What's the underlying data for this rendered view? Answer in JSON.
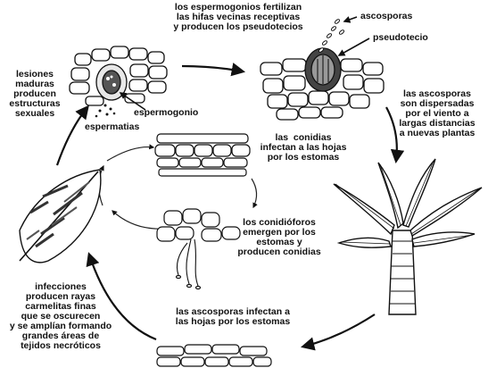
{
  "labels": {
    "espermogonios_fertilizan": "los espermogonios fertilizan\nlas hifas vecinas receptivas\ny producen los pseudotecios",
    "ascosporas": "ascosporas",
    "pseudotecio": "pseudotecio",
    "dispersadas": "las ascosporas\nson dispersadas\npor el viento a\nlargas distancias\na nuevas plantas",
    "lesiones": "lesiones\nmaduras\nproducen\nestructuras\nsexuales",
    "espermogonio": "espermogonio",
    "espermatias": "espermatias",
    "conidias": "las  conidias\ninfectan a las hojas\npor los estomas",
    "conidioforos": "los conidióforos\nemergen por los\nestomas y\nproducen conidias",
    "ascosporas_infectan": "las ascosporas infectan a\nlas hojas por los estomas",
    "infecciones": "infecciones\nproducen rayas\ncarmelitas finas\nque se oscurecen\ny se amplían formando\ngrandes áreas de\ntejidos necróticos"
  }
}
